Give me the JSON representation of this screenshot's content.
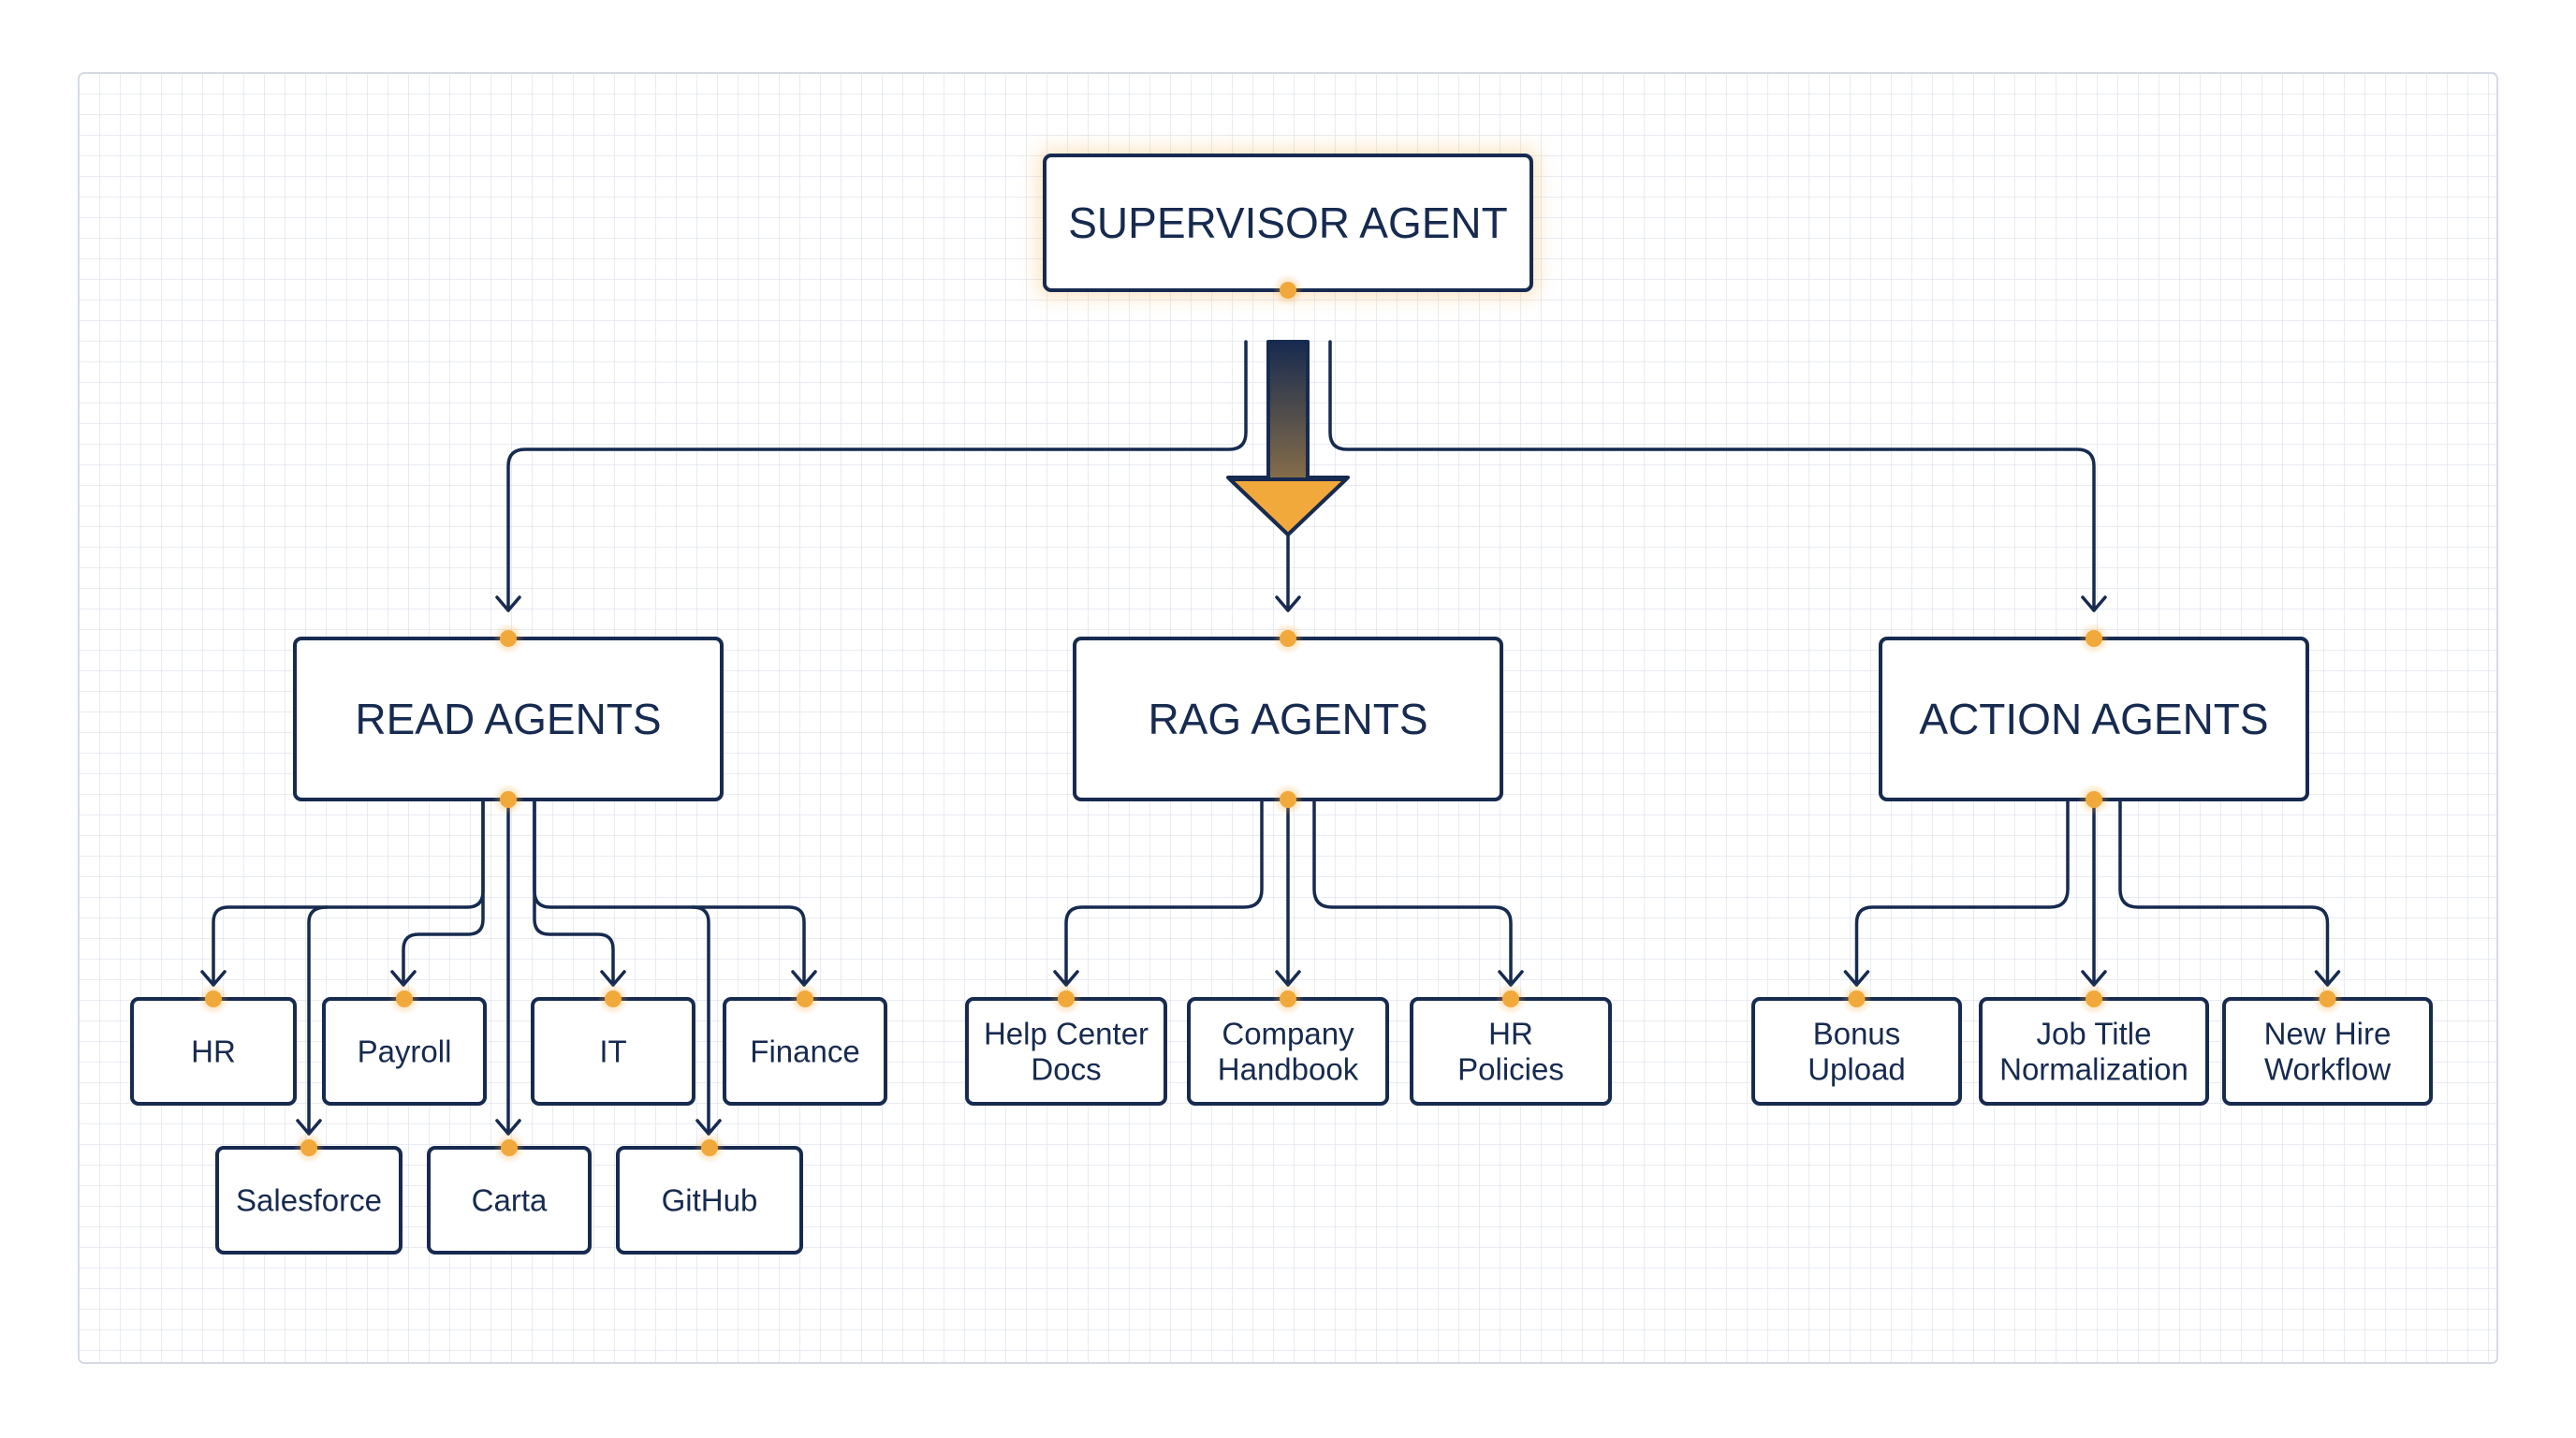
{
  "diagram": {
    "supervisor": {
      "label": "SUPERVISOR AGENT"
    },
    "groups": [
      {
        "id": "read",
        "label": "READ AGENTS",
        "children": [
          {
            "lines": [
              "HR"
            ]
          },
          {
            "lines": [
              "Payroll"
            ]
          },
          {
            "lines": [
              "IT"
            ]
          },
          {
            "lines": [
              "Finance"
            ]
          },
          {
            "lines": [
              "Salesforce"
            ]
          },
          {
            "lines": [
              "Carta"
            ]
          },
          {
            "lines": [
              "GitHub"
            ]
          }
        ]
      },
      {
        "id": "rag",
        "label": "RAG AGENTS",
        "children": [
          {
            "lines": [
              "Help Center",
              "Docs"
            ]
          },
          {
            "lines": [
              "Company",
              "Handbook"
            ]
          },
          {
            "lines": [
              "HR",
              "Policies"
            ]
          }
        ]
      },
      {
        "id": "action",
        "label": "ACTION AGENTS",
        "children": [
          {
            "lines": [
              "Bonus",
              "Upload"
            ]
          },
          {
            "lines": [
              "Job Title",
              "Normalization"
            ]
          },
          {
            "lines": [
              "New Hire",
              "Workflow"
            ]
          }
        ]
      }
    ]
  },
  "colors": {
    "stroke": "#172a4f",
    "accent": "#f2a93b",
    "grid": "#e1e5ee",
    "node_fill": "#ffffff"
  }
}
